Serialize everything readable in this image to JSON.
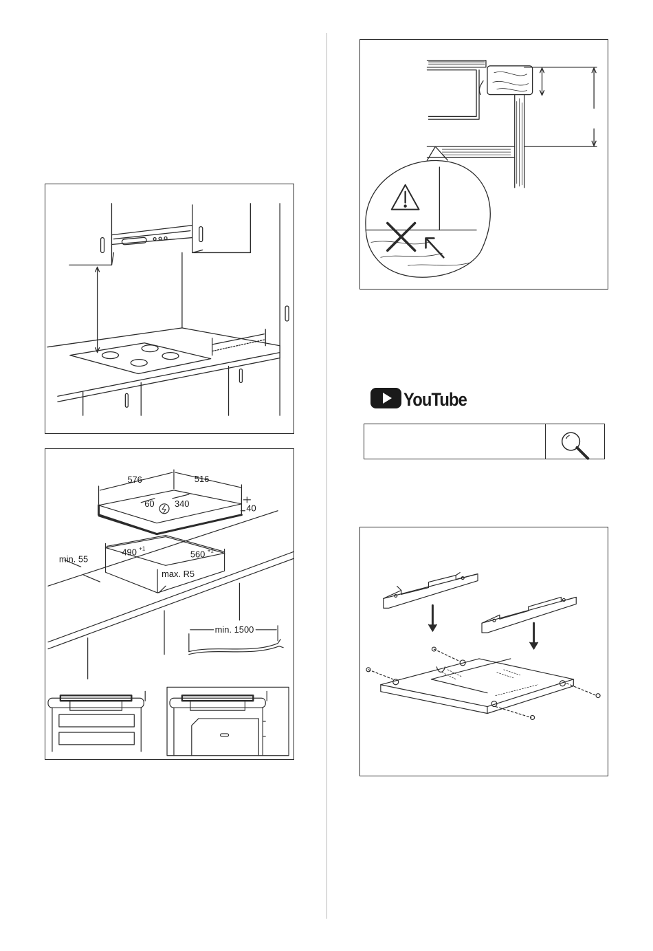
{
  "figure_cabinet": {
    "icons": [
      "wall-cabinet-icon",
      "extractor-hood-icon",
      "hob-icon",
      "worktop-icon",
      "tall-cabinet-icon"
    ]
  },
  "figure_dimensions": {
    "hob_width": "576",
    "hob_depth": "516",
    "cable_offset_x": "60",
    "cable_offset_y": "340",
    "hob_height": "40",
    "cutout_width": "490",
    "cutout_width_tolerance": "+1",
    "cutout_depth": "560",
    "cutout_depth_tolerance": "+1",
    "min_edge_distance": "min. 55",
    "max_corner_radius": "max. R5",
    "min_cable_length": "min. 1500",
    "icons": [
      "power-connection-icon",
      "drawer-cabinet-icon",
      "oven-cabinet-icon"
    ]
  },
  "figure_warning": {
    "icons": [
      "warning-triangle-icon",
      "cross-mark-icon",
      "arrow-icon",
      "wood-panel-icon"
    ]
  },
  "youtube": {
    "logo_text": "YouTube",
    "search_value": "",
    "search_placeholder": ""
  },
  "figure_brackets": {
    "icons": [
      "bracket-icon",
      "screw-icon",
      "arrow-down-icon",
      "hob-base-icon"
    ]
  },
  "colors": {
    "line": "#2b2b2b",
    "text": "#1a1a1a",
    "youtube_red": "#1a1a1a",
    "divider": "#b9b9b9"
  }
}
